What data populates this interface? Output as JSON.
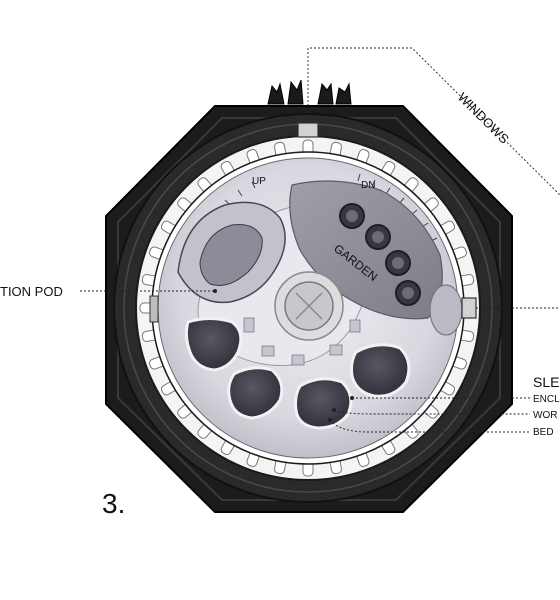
{
  "figure": {
    "number": "3."
  },
  "labels": {
    "windows": "WINDOWS",
    "pod": "TION POD",
    "up": "UP",
    "dn": "DN",
    "garden": "GARDEN",
    "sle": "SLE",
    "encl": "ENCL",
    "wor": "WOR",
    "bed": "BED"
  },
  "colors": {
    "hull": "#1b1b1b",
    "ring": "#2e2e2e",
    "interior": "#cfcdd6",
    "module": "#3b3744",
    "garden": "#8f8c97"
  }
}
